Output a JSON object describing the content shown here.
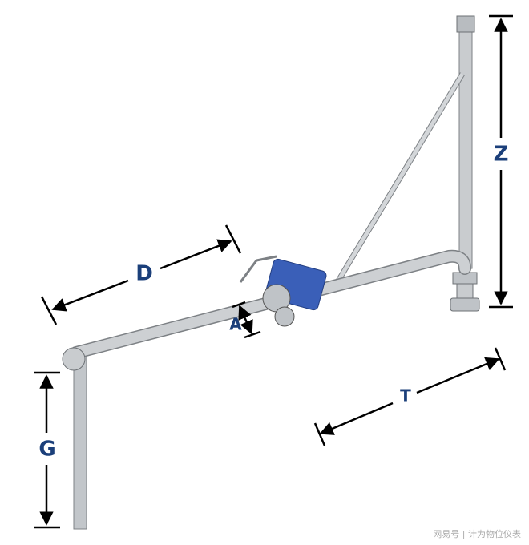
{
  "labels": {
    "z": "Z",
    "d": "D",
    "a": "A",
    "g": "G",
    "t": "T"
  },
  "watermark": "网易号 | 计为物位仪表",
  "colors": {
    "pipe": "#c9cccf",
    "pipe_edge": "#7d8185",
    "swivel": "#3a5fb8",
    "label": "#1b3f7a",
    "dim_line": "#000000"
  }
}
